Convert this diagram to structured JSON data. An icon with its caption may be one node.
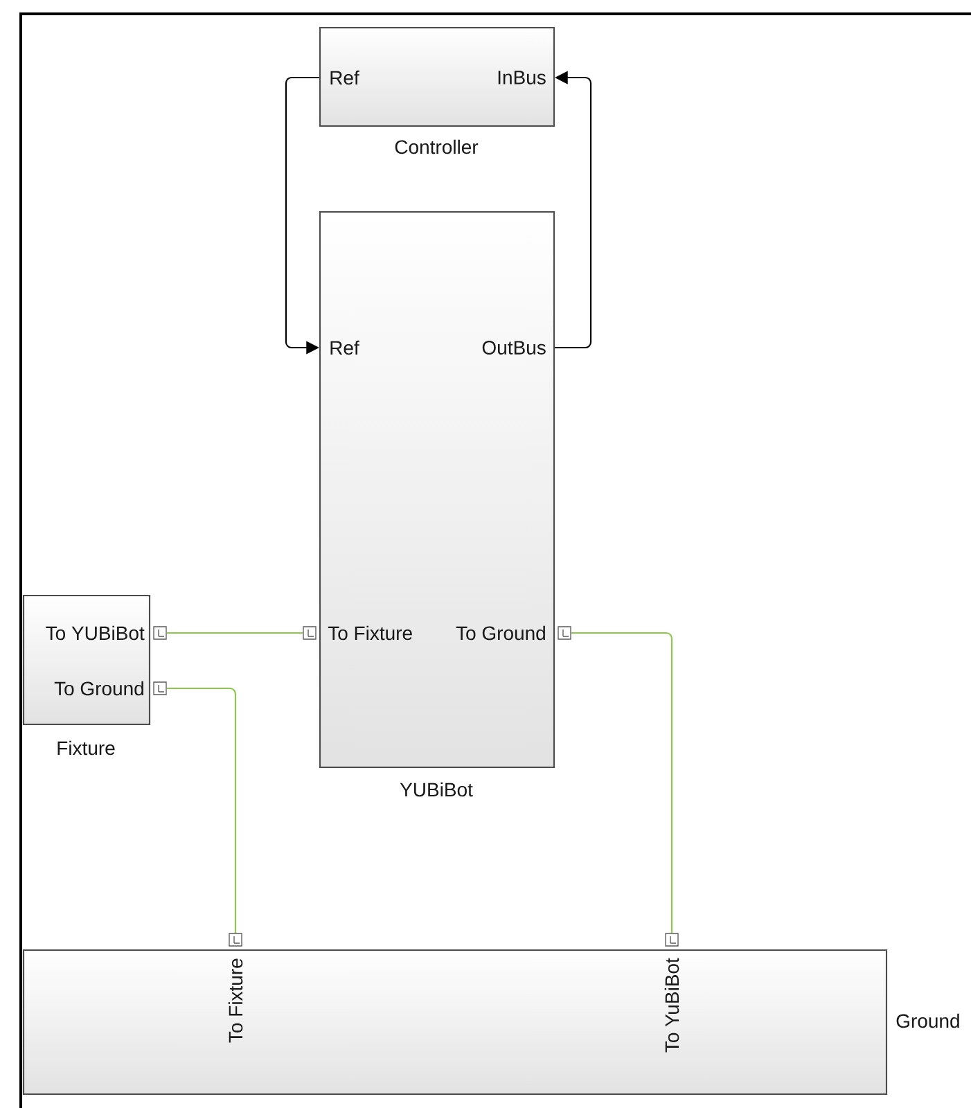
{
  "diagram": {
    "nodes": [
      {
        "text": [
          "Ref",
          "InBus"
        ],
        "beside": [
          "Controller"
        ]
      },
      {
        "text": [
          "Ref",
          "OutBus",
          "To Fixture",
          "To Ground"
        ],
        "beside": [
          "YUBiBot"
        ]
      },
      {
        "text": [
          "To YUBiBot",
          "To Ground"
        ],
        "beside": [
          "Fixture"
        ]
      },
      {
        "text": [
          "To Fixture",
          "To YuBiBot"
        ],
        "beside": [
          "Ground"
        ]
      }
    ],
    "edges": [
      {
        "from": 0,
        "to": 1,
        "arrow": "to",
        "color": "#000000"
      },
      {
        "from": 1,
        "to": 0,
        "arrow": "to",
        "color": "#000000"
      },
      {
        "from": 2,
        "to": 1,
        "arrow": "none",
        "color": "#8cc84b"
      },
      {
        "from": 2,
        "to": 3,
        "arrow": "none",
        "color": "#8cc84b"
      },
      {
        "from": 1,
        "to": 3,
        "arrow": "none",
        "color": "#8cc84b"
      }
    ]
  }
}
